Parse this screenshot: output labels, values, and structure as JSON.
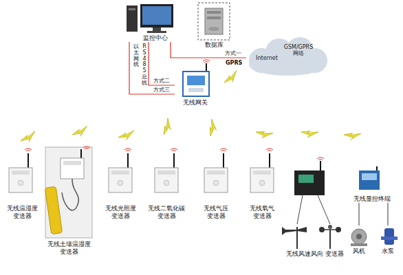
{
  "diagram": {
    "nodes": [
      {
        "text": [
          "监控中心"
        ]
      },
      {
        "text": [
          "数据库"
        ]
      },
      {
        "text": [
          "Internet",
          "GSM/GPRS 网络"
        ]
      },
      {
        "text": [
          "无线网关"
        ]
      },
      {
        "text": [
          "无线温湿度 变送器"
        ]
      },
      {
        "text": [
          "无线土壤温湿度 变送器"
        ]
      },
      {
        "text": [
          "无线光照度 变送器"
        ]
      },
      {
        "text": [
          "无线二氧化碳 变送器"
        ]
      },
      {
        "text": [
          "无线气压 变送器"
        ]
      },
      {
        "text": [
          "无线氧气 变送器"
        ]
      },
      {
        "text": [
          "无线风速风向 变送器"
        ]
      },
      {
        "text": [
          "无线显控终端"
        ]
      },
      {
        "text": [
          "风机"
        ]
      },
      {
        "text": [
          "水泵"
        ]
      }
    ],
    "edges": [
      {
        "from": 0,
        "to": 2,
        "label": "方式一",
        "arrow": "none"
      },
      {
        "from": 0,
        "to": 3,
        "label": "方式二",
        "arrow": "none"
      },
      {
        "from": 0,
        "to": 3,
        "label": "方式三",
        "arrow": "none"
      },
      {
        "from": 11,
        "to": 12,
        "arrow": "none"
      },
      {
        "from": 11,
        "to": 13,
        "arrow": "none"
      }
    ],
    "labels": [
      "以太网线",
      "RS485总线",
      "GPRS"
    ]
  }
}
